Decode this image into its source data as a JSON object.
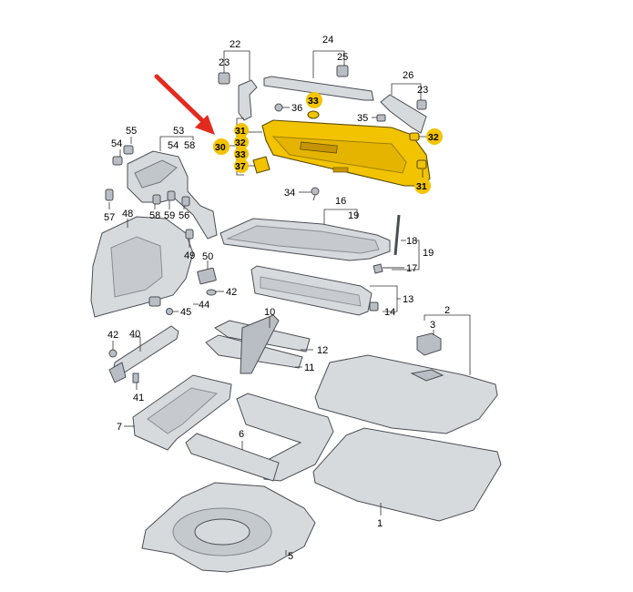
{
  "colors": {
    "highlight": "#f2c300",
    "part_fill": "#d7dadd",
    "part_stroke": "#4a4f55",
    "arrow": "#e32a1f",
    "background": "#ffffff"
  },
  "callouts": {
    "c1": "1",
    "c2": "2",
    "c3": "3",
    "c5": "5",
    "c6": "6",
    "c7": "7",
    "c10": "10",
    "c11": "11",
    "c12": "12",
    "c13": "13",
    "c14": "14",
    "c16": "16",
    "c17": "17",
    "c18": "18",
    "c19a": "19",
    "c19b": "19",
    "c22": "22",
    "c23a": "23",
    "c23b": "23",
    "c24": "24",
    "c25": "25",
    "c26": "26",
    "c34": "34",
    "c35": "35",
    "c36": "36",
    "c40": "40",
    "c41": "41",
    "c42a": "42",
    "c42b": "42",
    "c44": "44",
    "c45": "45",
    "c48": "48",
    "c49": "49",
    "c50": "50",
    "c53": "53",
    "c54a": "54",
    "c54b": "54",
    "c55": "55",
    "c56": "56",
    "c57": "57",
    "c58a": "58",
    "c58b": "58",
    "c59": "59"
  },
  "highlighted_callouts": {
    "h30": "30",
    "h31a": "31",
    "h32a": "32",
    "h33a": "33",
    "h37": "37",
    "h33b": "33",
    "h32b": "32",
    "h31b": "31"
  },
  "icons": {
    "arrow": "red-pointer-arrow"
  }
}
